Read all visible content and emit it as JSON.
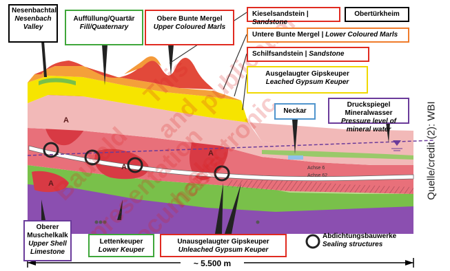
{
  "labels": {
    "nesenbachtal": {
      "de": "Nesenbachtal",
      "en1": "Nesenbach",
      "en2": "Valley"
    },
    "auffuellung": {
      "de": "Auffüllung/Quartär",
      "en": "Fill/Quaternary"
    },
    "obere_bunte_mergel": {
      "de": "Obere Bunte Mergel",
      "en": "Upper Coloured Marls"
    },
    "kieselsandstein": {
      "de": "Kieselsandstein",
      "sep": " | ",
      "en": "Sandstone"
    },
    "obertuerkheim": {
      "de": "Obertürkheim"
    },
    "untere_bunte_mergel": {
      "de": "Untere Bunte Mergel",
      "sep": " | ",
      "en": "Lower Coloured Marls"
    },
    "schilfsandstein": {
      "de": "Schilfsandstein",
      "sep": " | ",
      "en": "Sandstone"
    },
    "ausgelaugter_gipskeuper": {
      "de": "Ausgelaugter Gipskeuper",
      "en": "Leached Gypsum Keuper"
    },
    "neckar": {
      "de": "Neckar"
    },
    "druckspiegel": {
      "de": "Druckspiegel Mineralwasser",
      "en": "Pressure level of mineral water"
    },
    "oberer_muschelkalk": {
      "de1": "Oberer",
      "de2": "Muschelkalk",
      "en1": "Upper Shell",
      "en2": "Limestone"
    },
    "lettenkeuper": {
      "de": "Lettenkeuper",
      "en": "Lower Keuper"
    },
    "unausgelaugter_gipskeuper": {
      "de": "Unausgelaugter Gipskeuper",
      "en": "Unleached Gypsum Keuper"
    },
    "abdichtung": {
      "de": "Abdichtungsbauwerke",
      "en": "Sealing structures"
    }
  },
  "section_marks": {
    "anhydrite": "A",
    "achse_a": "Achse 6",
    "achse_b": "Achse 62"
  },
  "dimension": "~ 5.500 m",
  "credit": "Quelle/credit (2): WBI",
  "watermark": [
    "Baufeld",
    "This",
    "publication",
    "presentation",
    "and",
    "documents",
    "electronic",
    "has"
  ],
  "colors": {
    "red_border": "#e02a20",
    "orange_border": "#ef7b2a",
    "yellow_border": "#f0d800",
    "green_border": "#3fa63a",
    "purple_border": "#6a3a9a",
    "blue_border": "#4f94cd",
    "gypsum_pink": "#e8707a",
    "marl_orange": "#f4a03a",
    "sandstone_yellow": "#f6e400",
    "limestone_purple": "#8b4fb0",
    "lettenkeuper_green": "#79c04a"
  }
}
